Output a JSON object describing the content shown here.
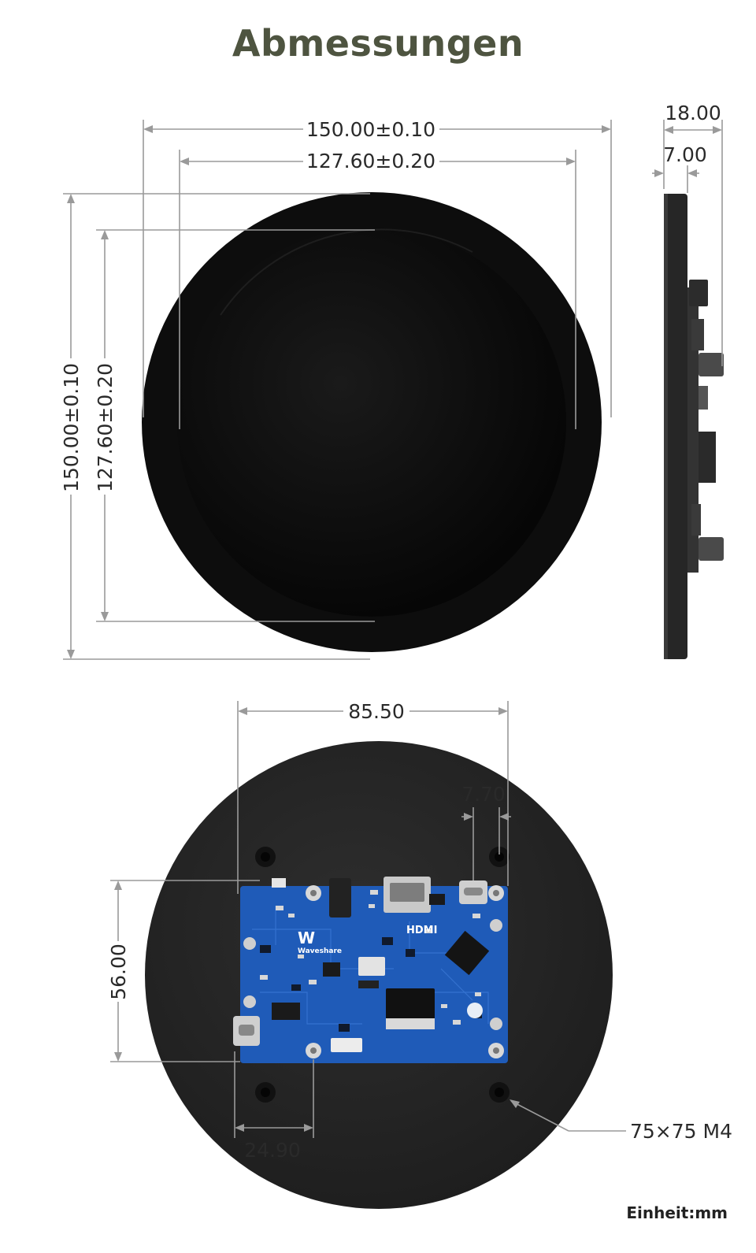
{
  "title": "Abmessungen",
  "unit_label": "Einheit:mm",
  "colors": {
    "title": "#4e5440",
    "dimension_line": "#9a9a9a",
    "dimension_text": "#2a2a2a",
    "screen_bezel": "#0e0e0e",
    "display_area": "#050505",
    "back_plate": "#262626",
    "pcb": "#1f5bb8"
  },
  "front_view": {
    "outer_width": "150.00±0.10",
    "display_width": "127.60±0.20",
    "outer_height": "150.00±0.10",
    "display_height": "127.60±0.20"
  },
  "side_view": {
    "total_depth": "18.00",
    "panel_depth": "7.00"
  },
  "back_view": {
    "board_width": "85.50",
    "port_offset": "7.70",
    "board_height": "56.00",
    "hole_offset": "24.90",
    "mounting_label": "75×75 M4",
    "pcb_brand": "Waveshare",
    "pcb_hdmi_label": "HDMI"
  }
}
